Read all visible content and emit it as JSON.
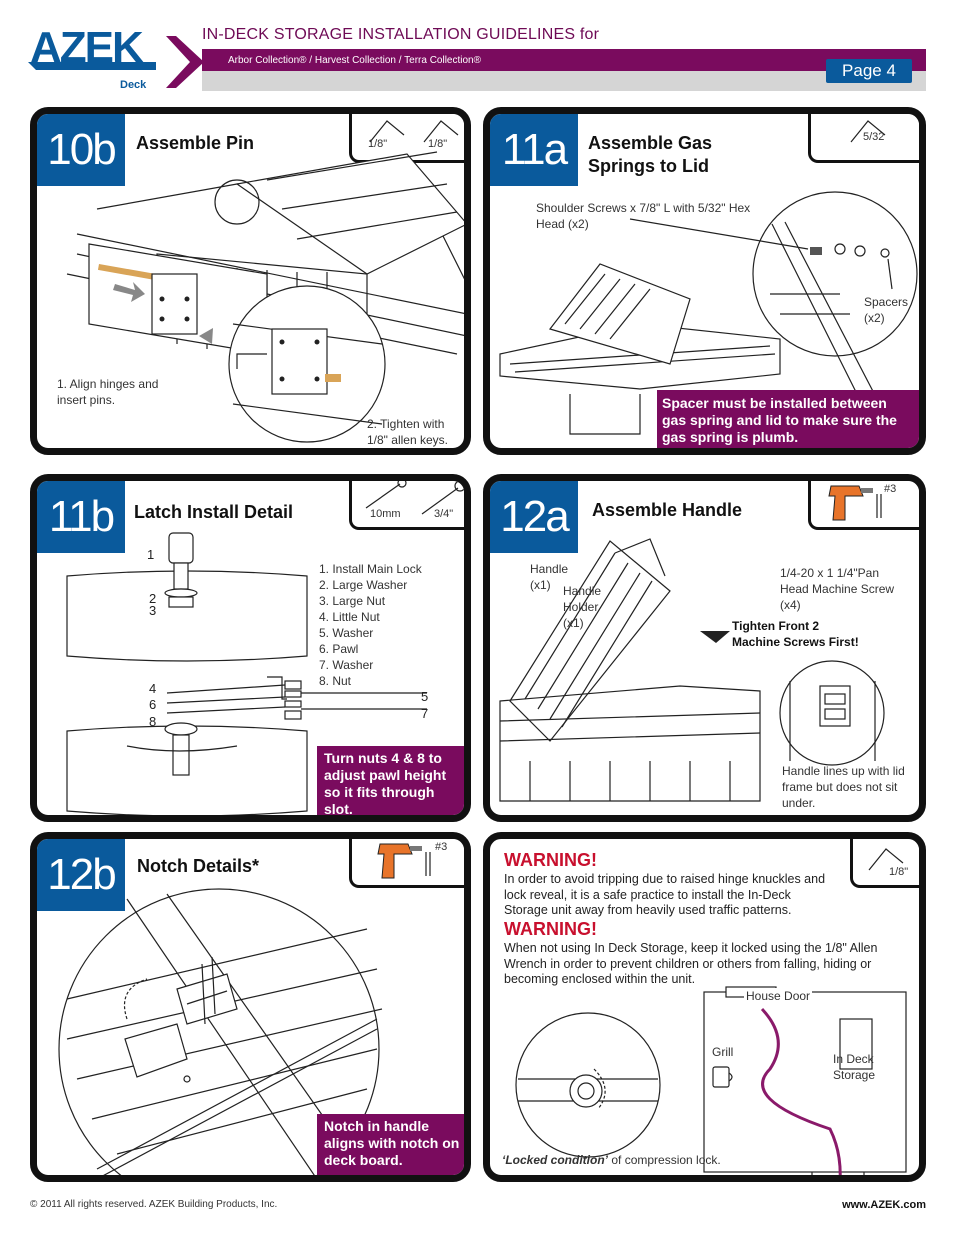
{
  "header": {
    "logo_text": "AZEK",
    "logo_sub": "Deck",
    "title": "IN-DECK STORAGE INSTALLATION GUIDELINES for",
    "subtitle": "Arbor Collection® / Harvest Collection / Terra Collection®",
    "page": "Page 4"
  },
  "p10b": {
    "step": "10b",
    "title": "Assemble Pin",
    "tool1": "1/8\"",
    "tool2": "1/8\"",
    "note1": "1. Align hinges and insert pins.",
    "note2": "2. Tighten with 1/8\" allen keys."
  },
  "p11a": {
    "step": "11a",
    "title": "Assemble Gas Springs to Lid",
    "tool1": "5/32",
    "screws": "Shoulder Screws x 7/8\" L with 5/32\" Hex Head (x2)",
    "spacers": "Spacers (x2)",
    "callout": "Spacer must be installed between gas spring and lid to make sure the gas spring is plumb."
  },
  "p11b": {
    "step": "11b",
    "title": "Latch Install Detail",
    "tool1": "10mm",
    "tool2": "3/4\"",
    "parts": [
      "1. Install Main Lock",
      "2. Large Washer",
      "3. Large Nut",
      "4. Little Nut",
      "5. Washer",
      "6. Pawl",
      "7. Washer",
      "8. Nut"
    ],
    "n1": "1",
    "n2": "2",
    "n3": "3",
    "n4": "4",
    "n5": "5",
    "n6": "6",
    "n7": "7",
    "n8": "8",
    "callout": "Turn nuts 4 & 8 to adjust pawl height so it fits through slot."
  },
  "p12a": {
    "step": "12a",
    "title": "Assemble Handle",
    "tool1": "#3",
    "handle": "Handle (x1)",
    "holder": "Handle Holder (x1)",
    "screws": "1/4-20 x 1  1/4\"Pan Head Machine Screw (x4)",
    "tighten1": "Tighten Front 2",
    "tighten2": "Machine Screws First!",
    "lines": "Handle lines up with lid frame but does not sit under."
  },
  "p12b": {
    "step": "12b",
    "title": "Notch Details*",
    "tool1": "#3",
    "callout": "Notch in handle aligns with notch on deck board."
  },
  "warn": {
    "h1": "WARNING!",
    "t1": "In order to avoid tripping due to raised hinge knuckles and lock reveal, it is a safe practice to install the In-Deck Storage unit away from heavily used traffic patterns.",
    "h2": "WARNING!",
    "t2": "When not using In Deck Storage, keep it locked using the 1/8\" Allen Wrench in order to prevent children or others from falling, hiding or becoming enclosed within the unit.",
    "tool1": "1/8\"",
    "house": "House Door",
    "grill": "Grill",
    "storage": "In Deck Storage",
    "locked_em": "‘Locked condition’",
    "locked_rest": " of compression lock."
  },
  "footer": {
    "copyright": "© 2011  All rights reserved.  AZEK Building Products, Inc.",
    "url": "www.AZEK.com"
  },
  "colors": {
    "brand_purple": "#7a0b5e",
    "brand_blue": "#0a5a9c",
    "warning_red": "#c8102e",
    "drill_orange": "#e8742a"
  }
}
